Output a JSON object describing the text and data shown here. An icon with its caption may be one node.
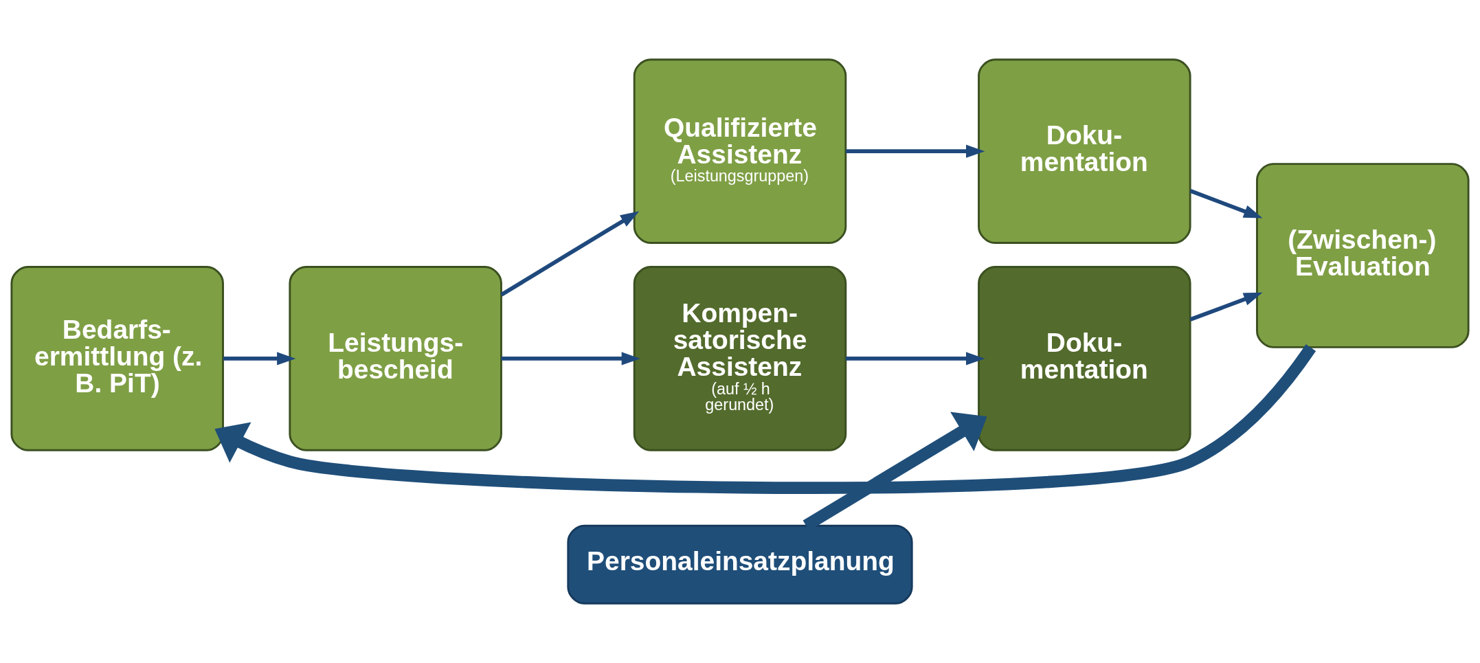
{
  "diagram": {
    "nodes": [
      {
        "text": [
          "Bedarfs- ermittlung (z. B. PiT)"
        ]
      },
      {
        "text": [
          "Leistungs- bescheid"
        ]
      },
      {
        "text": [
          "Personaleinsatzplanung"
        ]
      },
      {
        "text": [
          "Kompen- satorische Assistenz",
          "(auf ½ h gerundet)"
        ]
      },
      {
        "text": [
          "Qualifizierte Assistenz",
          "(Leistungsgruppen)"
        ]
      },
      {
        "text": [
          "Doku- mentation"
        ]
      },
      {
        "text": [
          "Doku- mentation"
        ]
      },
      {
        "text": [
          "(Zwischen-) Evaluation"
        ]
      }
    ],
    "edges": [
      {
        "from": 0,
        "to": 1,
        "arrow": "to"
      },
      {
        "from": 1,
        "to": 3,
        "arrow": "to"
      },
      {
        "from": 1,
        "to": 4,
        "arrow": "to"
      },
      {
        "from": 3,
        "to": 5,
        "arrow": "to"
      },
      {
        "from": 4,
        "to": 6,
        "arrow": "to"
      },
      {
        "from": 5,
        "to": 7,
        "arrow": "to"
      },
      {
        "from": 6,
        "to": 7,
        "arrow": "to"
      },
      {
        "from": 2,
        "to": 5,
        "arrow": "to",
        "style": "thick"
      },
      {
        "from": 7,
        "to": 0,
        "arrow": "to",
        "style": "thick"
      }
    ]
  }
}
